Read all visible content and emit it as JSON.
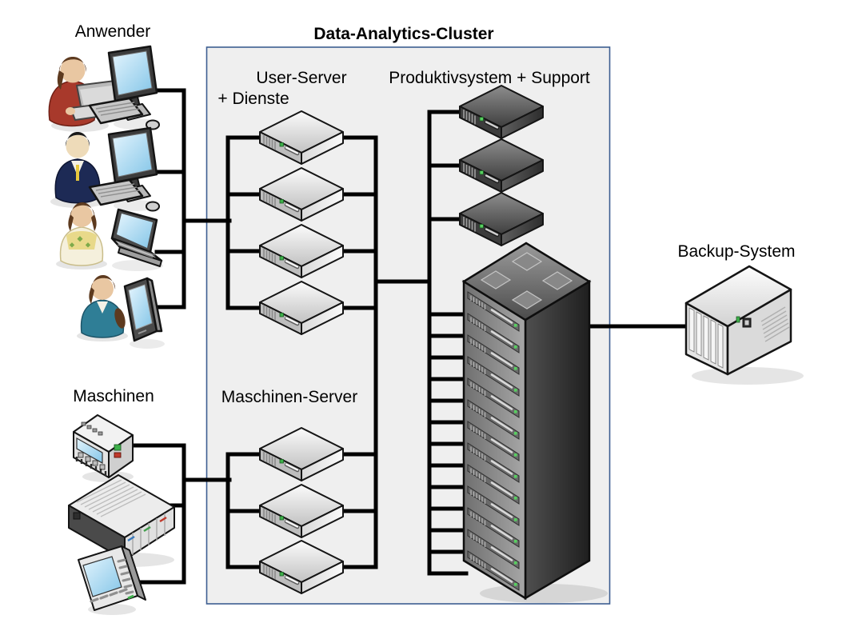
{
  "diagram": {
    "title": "Data-Analytics-Cluster",
    "groups": {
      "anwender": {
        "label": "Anwender",
        "clients": [
          "user-with-laptop + workstation",
          "businessman + workstation",
          "user + laptop",
          "user + tablet"
        ]
      },
      "maschinen": {
        "label": "Maschinen",
        "devices": [
          "compact-plc",
          "plc-module-rack",
          "hmi-panel"
        ]
      },
      "user_server": {
        "label_line1": "User-Server",
        "label_line2": "+ Dienste",
        "server_count": 4
      },
      "maschinen_server": {
        "label": "Maschinen-Server",
        "server_count": 3
      },
      "produktivsystem": {
        "label": "Produktivsystem + Support",
        "server_count": 3,
        "rack": "server-rack"
      },
      "backup": {
        "label": "Backup-System",
        "device": "backup-storage-unit"
      }
    },
    "colors": {
      "cluster_box_fill": "#efefef",
      "cluster_box_border": "#3d5e91",
      "connection_line": "#000000",
      "screen_blue": "#a9d9f2",
      "light_server": "#d6d6d6",
      "dark_server": "#4a4a4a",
      "person1_shirt": "#a8392b",
      "person2_suit": "#1d2a55",
      "person3_vest": "#eee3b4",
      "person4_sweater": "#2f7e96",
      "led_green": "#3db04a"
    }
  }
}
